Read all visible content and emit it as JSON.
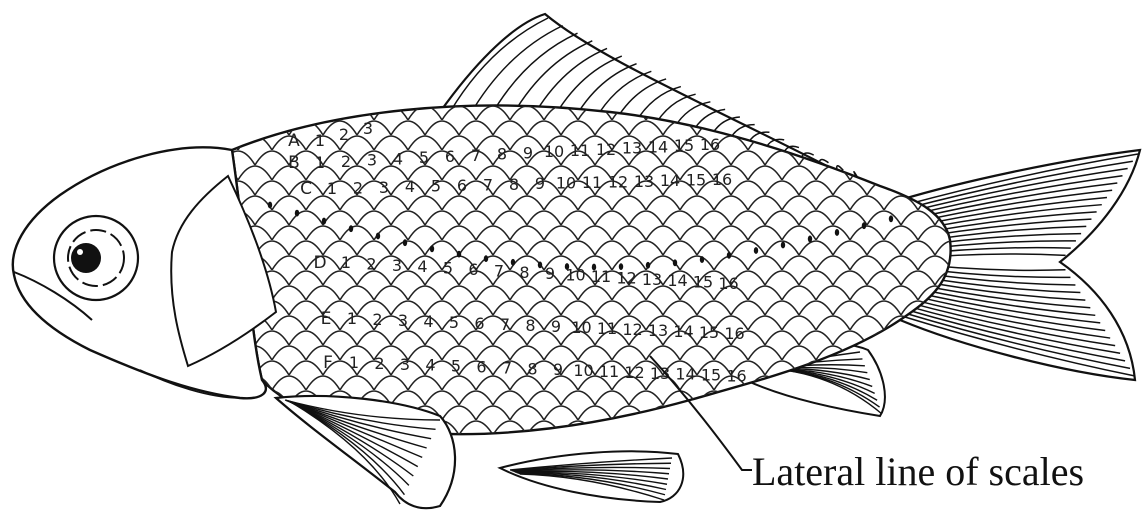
{
  "callout": {
    "label": "Lateral line of scales"
  },
  "rows": [
    {
      "letter": "A",
      "numbers": [
        "1",
        "2",
        "3"
      ]
    },
    {
      "letter": "B",
      "numbers": [
        "1",
        "2",
        "3",
        "4",
        "5",
        "6",
        "7",
        "8",
        "9",
        "10",
        "11",
        "12",
        "13",
        "14",
        "15",
        "16"
      ]
    },
    {
      "letter": "C",
      "numbers": [
        "1",
        "2",
        "3",
        "4",
        "5",
        "6",
        "7",
        "8",
        "9",
        "10",
        "11",
        "12",
        "13",
        "14",
        "15",
        "16"
      ]
    },
    {
      "letter": "D",
      "numbers": [
        "1",
        "2",
        "3",
        "4",
        "5",
        "6",
        "7",
        "8",
        "9",
        "10",
        "11",
        "12",
        "13",
        "14",
        "15",
        "16"
      ]
    },
    {
      "letter": "E",
      "numbers": [
        "1",
        "2",
        "3",
        "4",
        "5",
        "6",
        "7",
        "8",
        "9",
        "10",
        "11",
        "12",
        "13",
        "14",
        "15",
        "16"
      ]
    },
    {
      "letter": "F",
      "numbers": [
        "1",
        "2",
        "3",
        "4",
        "5",
        "6",
        "7",
        "8",
        "9",
        "10",
        "11",
        "12",
        "13",
        "14",
        "15",
        "16"
      ]
    }
  ]
}
